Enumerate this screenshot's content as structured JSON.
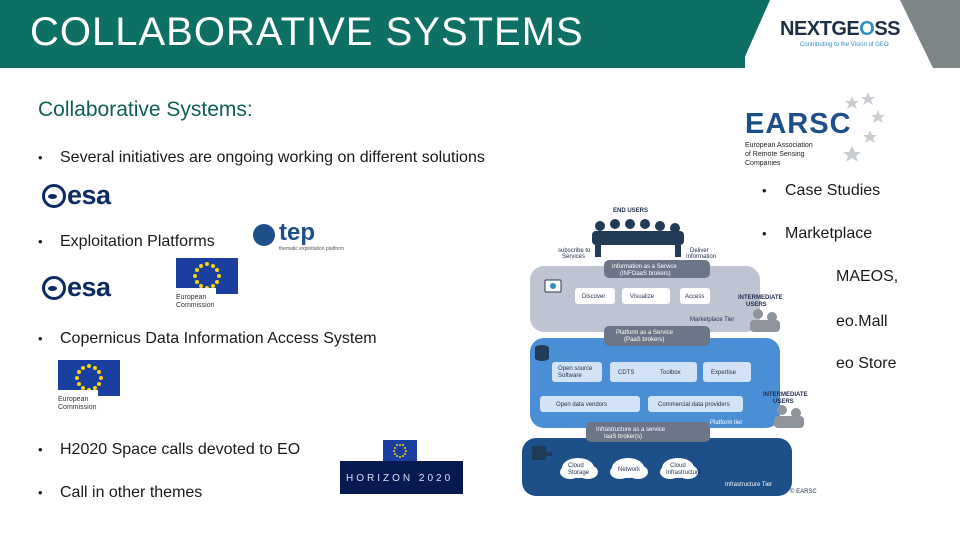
{
  "header": {
    "title": "COLLABORATIVE SYSTEMS",
    "logo": {
      "prefix": "NEXTGE",
      "highlight": "O",
      "suffix": "SS",
      "tagline": "Contributing to the Vision of GEO"
    }
  },
  "main": {
    "section_title": "Collaborative Systems:",
    "bullets": [
      "Several initiatives are ongoing working on different solutions",
      "Exploitation Platforms",
      "Copernicus Data Information Access System",
      "H2020 Space calls devoted to EO",
      "Call in other themes"
    ],
    "bullet_symbol": "•",
    "esa_logo_text": "esa",
    "eu_logo_caption": [
      "European",
      "Commission"
    ],
    "tep_logo": {
      "word": "tep",
      "subtitle": "thematic exploitation platform"
    },
    "horizon_logo": "HORIZON 2020"
  },
  "right": {
    "earsc_logo": {
      "word": "EARSC",
      "subtitle": [
        "European Association",
        "of Remote Sensing",
        "Companies"
      ]
    },
    "bullets": [
      "Case Studies",
      "Marketplace"
    ],
    "plain_items": [
      "MAEOS,",
      "eo.Mall",
      "eo Store"
    ]
  },
  "diagram": {
    "end_users": "END USERS",
    "subscribe": [
      "subscribe to",
      "Services"
    ],
    "deliver": [
      "Deliver",
      "Information"
    ],
    "info_service": [
      "Information as a Service",
      "(INFOaaS brokers)"
    ],
    "discover": "Discover",
    "visualize": "Visualize",
    "access": "Access",
    "marketplace_tier": "Marketplace Tier",
    "intermediate_users_1": [
      "INTERMEDIATE",
      "USERS"
    ],
    "platform_service": [
      "Platform as a Service",
      "(PaaS brokers)"
    ],
    "open_source": [
      "Open source",
      "Software"
    ],
    "cdts": "CDTS",
    "toolbox": "Toolbox",
    "expertise": "Expertise",
    "open_vendors": "Open data vendors",
    "commercial_providers": "Commercial data providers",
    "platform_tier": "Platform tier",
    "intermediate_users_2": [
      "INTERMEDIATE",
      "USERS"
    ],
    "infra_service": [
      "Infrastructure as a service",
      "IaaS broker(s)"
    ],
    "cloud_storage": [
      "Cloud",
      "Storage"
    ],
    "network": "Network",
    "cloud_infra": [
      "Cloud",
      "Infrastructure"
    ],
    "infrastructure_tier": "Infrastructure Tier",
    "copyright": "© EARSC"
  },
  "colors": {
    "header": "#0e6f64",
    "accent": "#2f8fbf",
    "navy": "#0b2b62"
  }
}
